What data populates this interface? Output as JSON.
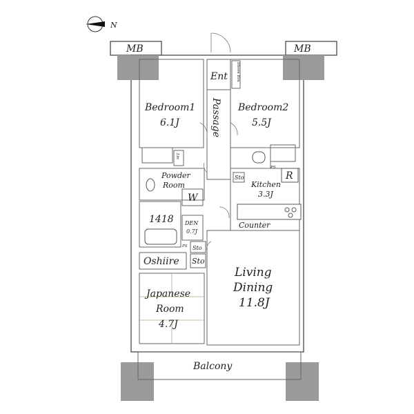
{
  "compass": {
    "label": "N"
  },
  "labels": {
    "mb_left": "MB",
    "mb_right": "MB",
    "entrance": "Ent",
    "shoes_box": "Shoes Box",
    "passage": "Passage",
    "bedroom1_name": "Bedroom1",
    "bedroom1_size": "6.1J",
    "bedroom2_name": "Bedroom2",
    "bedroom2_size": "5.5J",
    "linen": "Lin",
    "powder_room_1": "Powder",
    "powder_room_2": "Room",
    "washer": "W",
    "bath": "1418",
    "den_name": "DEN",
    "den_size": "0.7J",
    "storage_kitchen": "Sto",
    "storage_1": "Sto",
    "storage_2": "Sto",
    "ps_1": "PS",
    "ps_2": "PS",
    "kitchen_name": "Kitchen",
    "kitchen_size": "3.3J",
    "refrigerator": "R",
    "counter": "Counter",
    "oshiire": "Oshiire",
    "living_1": "Living",
    "living_2": "Dining",
    "living_size": "11.8J",
    "japanese_1": "Japanese",
    "japanese_2": "Room",
    "japanese_size": "4.7J",
    "balcony": "Balcony"
  },
  "colors": {
    "bedroom": "#e8dcc2",
    "wet_area": "#d6eef5",
    "storage": "#fbf5c4",
    "kitchen_living": "#f7dde3",
    "japanese": "#e0eccb",
    "passage": "#e9e3d3",
    "entrance": "#dcdcdc",
    "column": "#9a9a9a",
    "balcony": "#ececec"
  }
}
